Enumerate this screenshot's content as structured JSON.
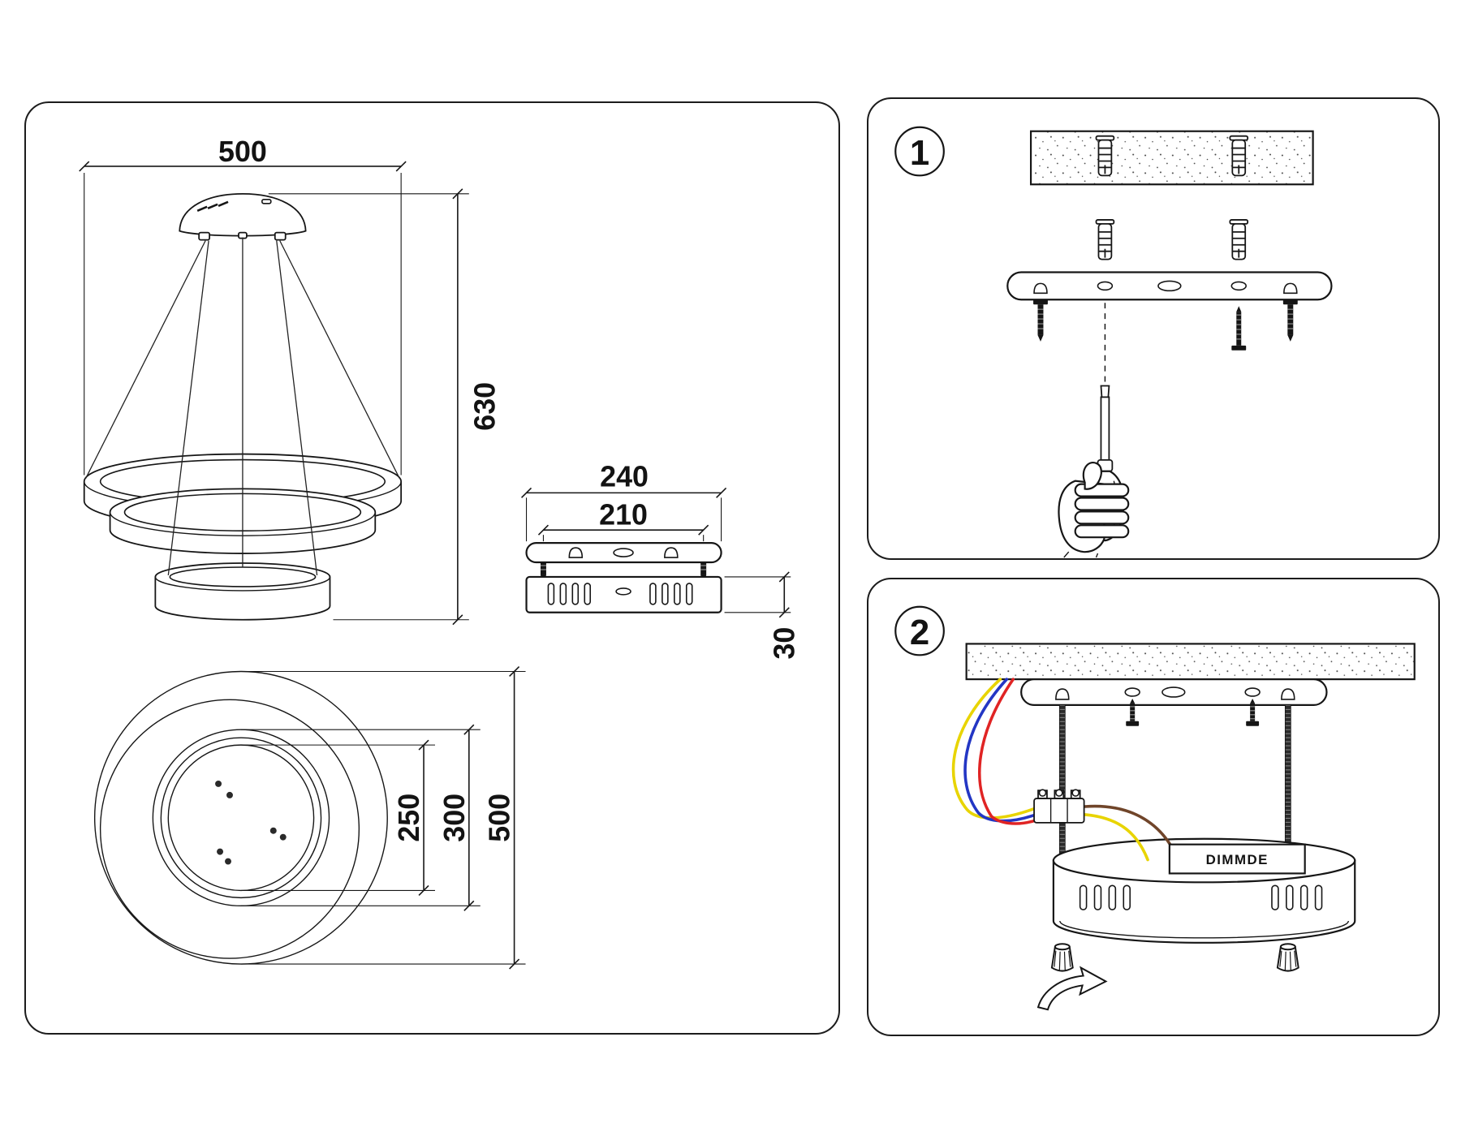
{
  "dimension_panel": {
    "front_view": {
      "width_mm": "500",
      "height_mm": "630"
    },
    "canopy_side_view": {
      "width_mm": "240",
      "screw_spacing_mm": "210",
      "height_mm": "30"
    },
    "top_view": {
      "inner_ring_mm": "250",
      "middle_ring_mm": "300",
      "outer_ring_mm": "500"
    }
  },
  "steps": {
    "step1": {
      "badge": "1"
    },
    "step2": {
      "badge": "2",
      "dimmer_label": "DIMMDE"
    }
  },
  "colors": {
    "line": "#1a1a1a",
    "accent_red": "#e23b3b",
    "wire_yellow": "#e8d400",
    "wire_blue": "#2336c4",
    "wire_red": "#e02424",
    "wire_brown": "#70452a"
  }
}
